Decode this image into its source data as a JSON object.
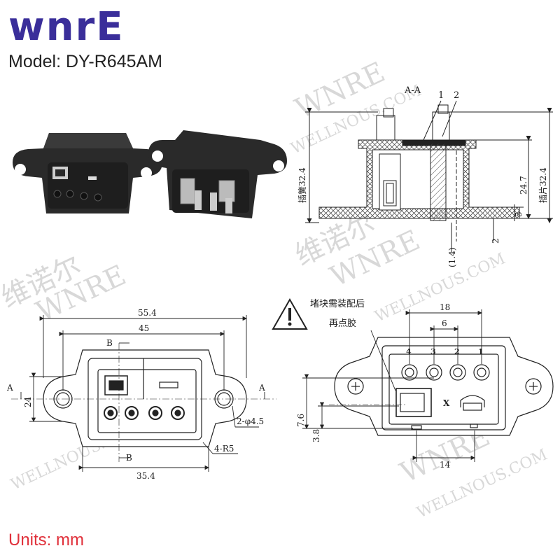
{
  "brand": {
    "logo_text": "wnrE",
    "color": "#3a2e9a"
  },
  "model": {
    "label": "Model: DY-R645AM"
  },
  "units": {
    "label": "Units: mm",
    "color": "#e0303a"
  },
  "watermarks": [
    "WNRE",
    "维诺尔",
    "WELLNOUS.COM"
  ],
  "section_view": {
    "title": "A-A",
    "callouts": [
      "1",
      "2"
    ],
    "dims": {
      "insert_spring": "插簧32.4",
      "insert_blade": "插片32.4",
      "height_24_7": "24.7",
      "flange_5": "5",
      "bottom_2": "2",
      "recess_1_4": "(1.4)"
    }
  },
  "front_view": {
    "dims": {
      "overall_width": "55.4",
      "hole_pitch": "45",
      "height": "24",
      "body_width": "35.4",
      "holes": "2-φ4.5",
      "corner_radius": "4-R5",
      "section_a": "A",
      "section_b": "B"
    }
  },
  "rear_view": {
    "note_line1": "堵块需装配后",
    "note_line2": "再点胶",
    "pin_numbers": [
      "4",
      "3",
      "2",
      "1"
    ],
    "x_mark": "X",
    "dims": {
      "pitch_18": "18",
      "pitch_6": "6",
      "height_7_6": "7.6",
      "height_3_8": "3.8",
      "width_14": "14"
    }
  }
}
